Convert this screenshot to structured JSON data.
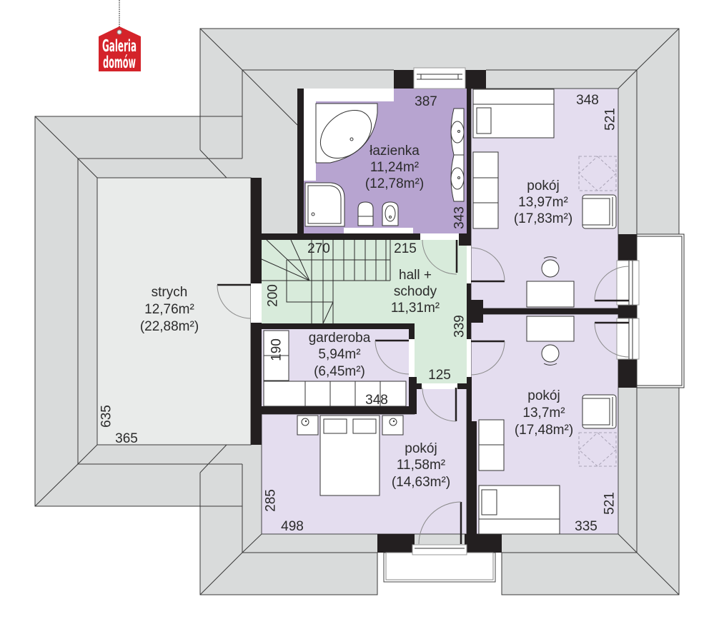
{
  "brand": {
    "line1": "Galeria",
    "line2": "domów"
  },
  "colors": {
    "brand_red": "#d4232a",
    "roof": "#d9dbdb",
    "attic": "#e9ebea",
    "bathroom": "#b7a4d0",
    "room": "#e4ddef",
    "hall": "#d8ebdb",
    "wall": "#231f20"
  },
  "rooms": {
    "lazienka": {
      "name": "łazienka",
      "area": "11,24m²",
      "gross_area": "(12,78m²)"
    },
    "pokoj_ne": {
      "name": "pokój",
      "area": "13,97m²",
      "gross_area": "(17,83m²)"
    },
    "hall": {
      "name_line1": "hall +",
      "name_line2": "schody",
      "area": "11,31m²"
    },
    "strych": {
      "name": "strych",
      "area": "12,76m²",
      "gross_area": "(22,88m²)"
    },
    "garderoba": {
      "name": "garderoba",
      "area": "5,94m²",
      "gross_area": "(6,45m²)"
    },
    "pokoj_s": {
      "name": "pokój",
      "area": "11,58m²",
      "gross_area": "(14,63m²)"
    },
    "pokoj_se": {
      "name": "pokój",
      "area": "13,7m²",
      "gross_area": "(17,48m²)"
    }
  },
  "dimensions": {
    "lazienka_width": "387",
    "lazienka_length": "343",
    "pokoj_ne_width": "348",
    "pokoj_ne_length": "521",
    "pokoj_se_length": "521",
    "pokoj_se_width": "335",
    "stairs_top": "270",
    "hall_top": "215",
    "stairs_side": "200",
    "hall_length": "339",
    "corridor_width": "125",
    "garderoba_depth": "190",
    "garderoba_width": "348",
    "pokoj_s_depth": "285",
    "pokoj_s_width": "498",
    "strych_length": "635",
    "strych_width": "365"
  }
}
